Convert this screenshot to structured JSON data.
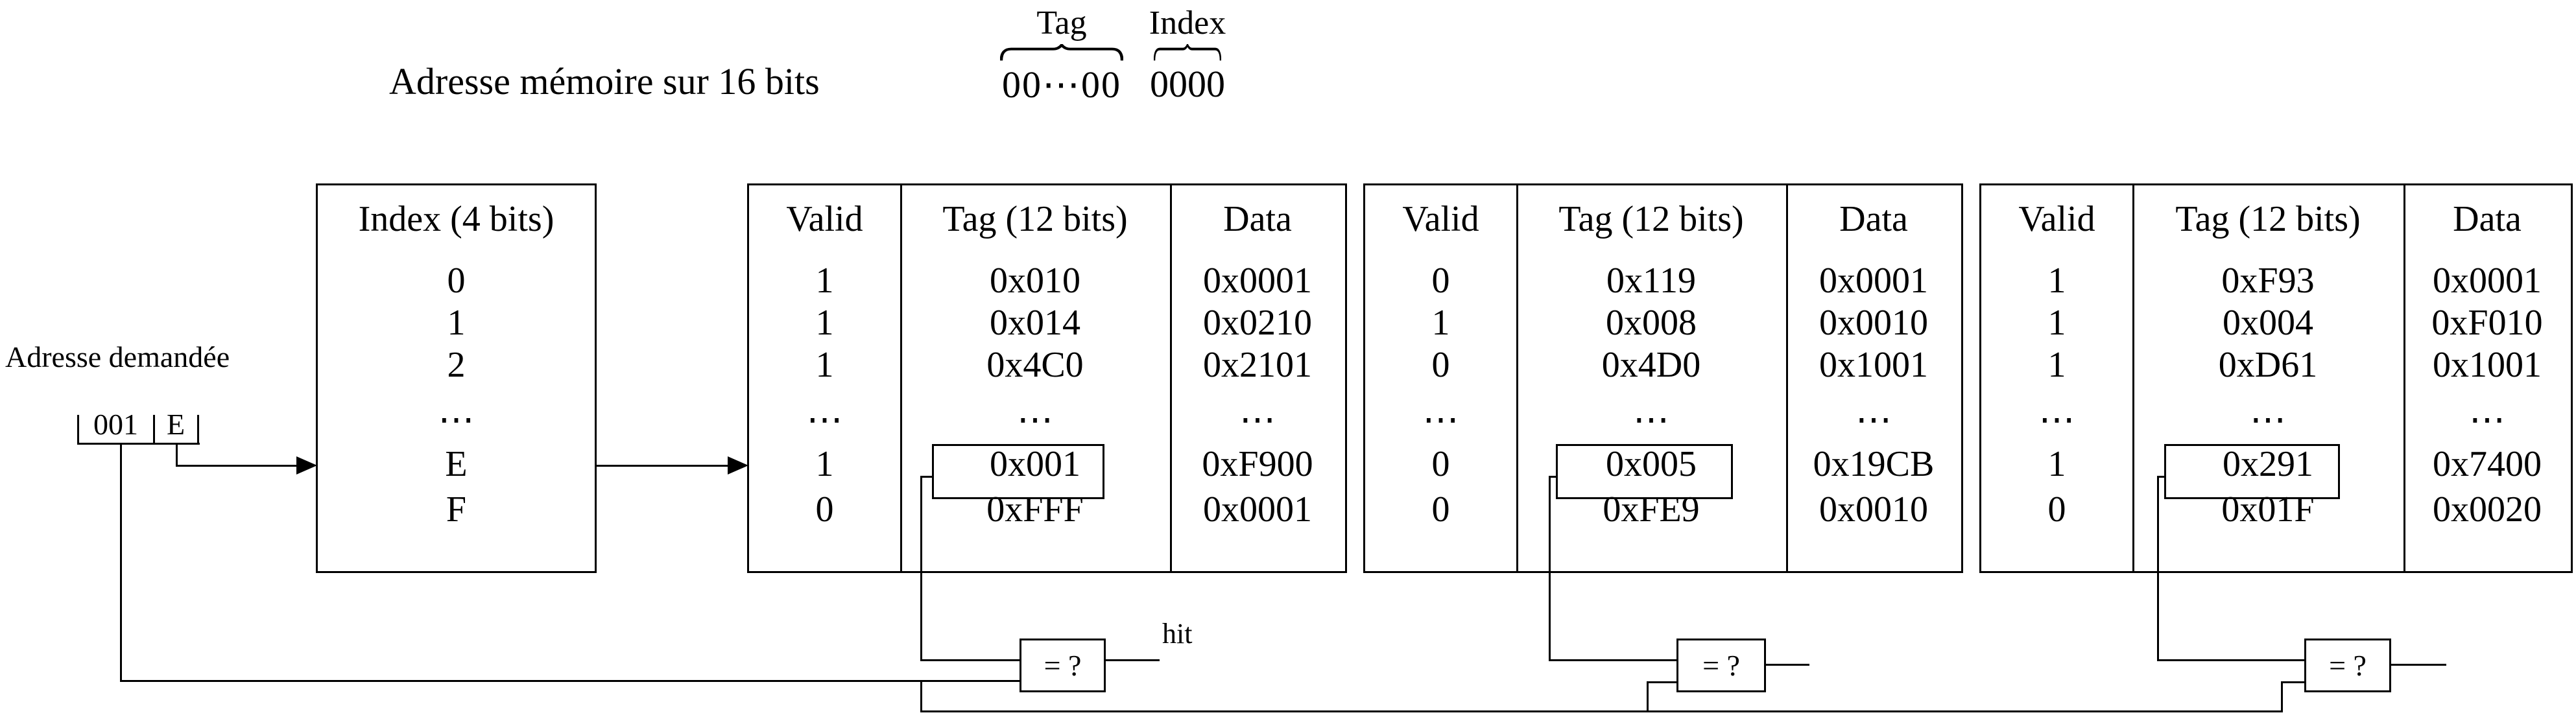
{
  "memory_address": {
    "label": "Adresse mémoire sur 16 bits",
    "tag_label": "Tag",
    "tag_bits": "00⋯00",
    "index_label": "Index",
    "index_bits": "0000"
  },
  "requested_address": {
    "label": "Adresse demandée",
    "tag_value": "001",
    "index_value": "E"
  },
  "index_table": {
    "title": "Index (4 bits)",
    "rows": [
      "0",
      "1",
      "2",
      "⋯",
      "E",
      "F"
    ]
  },
  "columns": [
    "Valid",
    "Tag (12 bits)",
    "Data"
  ],
  "ways": [
    {
      "rows": [
        [
          "1",
          "0x010",
          "0x0001"
        ],
        [
          "1",
          "0x014",
          "0x0210"
        ],
        [
          "1",
          "0x4C0",
          "0x2101"
        ],
        [
          "⋯",
          "⋯",
          "⋯"
        ],
        [
          "1",
          "0x001",
          "0xF900"
        ],
        [
          "0",
          "0xFFF",
          "0x0001"
        ]
      ],
      "highlighted_tag": "0x001"
    },
    {
      "rows": [
        [
          "0",
          "0x119",
          "0x0001"
        ],
        [
          "1",
          "0x008",
          "0x0010"
        ],
        [
          "0",
          "0x4D0",
          "0x1001"
        ],
        [
          "⋯",
          "⋯",
          "⋯"
        ],
        [
          "0",
          "0x005",
          "0x19CB"
        ],
        [
          "0",
          "0xFE9",
          "0x0010"
        ]
      ],
      "highlighted_tag": "0x005"
    },
    {
      "rows": [
        [
          "1",
          "0xF93",
          "0x0001"
        ],
        [
          "1",
          "0x004",
          "0xF010"
        ],
        [
          "1",
          "0xD61",
          "0x1001"
        ],
        [
          "⋯",
          "⋯",
          "⋯"
        ],
        [
          "1",
          "0x291",
          "0x7400"
        ],
        [
          "0",
          "0x01F",
          "0x0020"
        ]
      ],
      "highlighted_tag": "0x291"
    }
  ],
  "comparator": {
    "label": "= ?",
    "hit_label": "hit"
  },
  "colors": {
    "ink": "#000000",
    "background": "#ffffff"
  }
}
